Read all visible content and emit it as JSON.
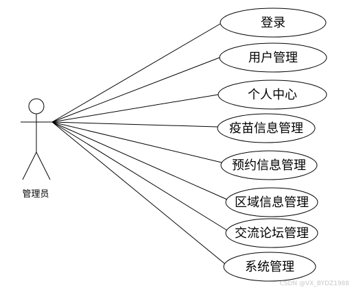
{
  "actor": {
    "label": "管理员"
  },
  "use_cases": [
    {
      "label": "登录"
    },
    {
      "label": "用户管理"
    },
    {
      "label": "个人中心"
    },
    {
      "label": "疫苗信息管理"
    },
    {
      "label": "预约信息管理"
    },
    {
      "label": "区域信息管理"
    },
    {
      "label": "交流论坛管理"
    },
    {
      "label": "系统管理"
    }
  ],
  "watermark": {
    "text": "CSDN @VX_BYDZ1988"
  },
  "colors": {
    "stroke": "#000000",
    "background": "#ffffff",
    "watermark": "#c8c8c8"
  }
}
